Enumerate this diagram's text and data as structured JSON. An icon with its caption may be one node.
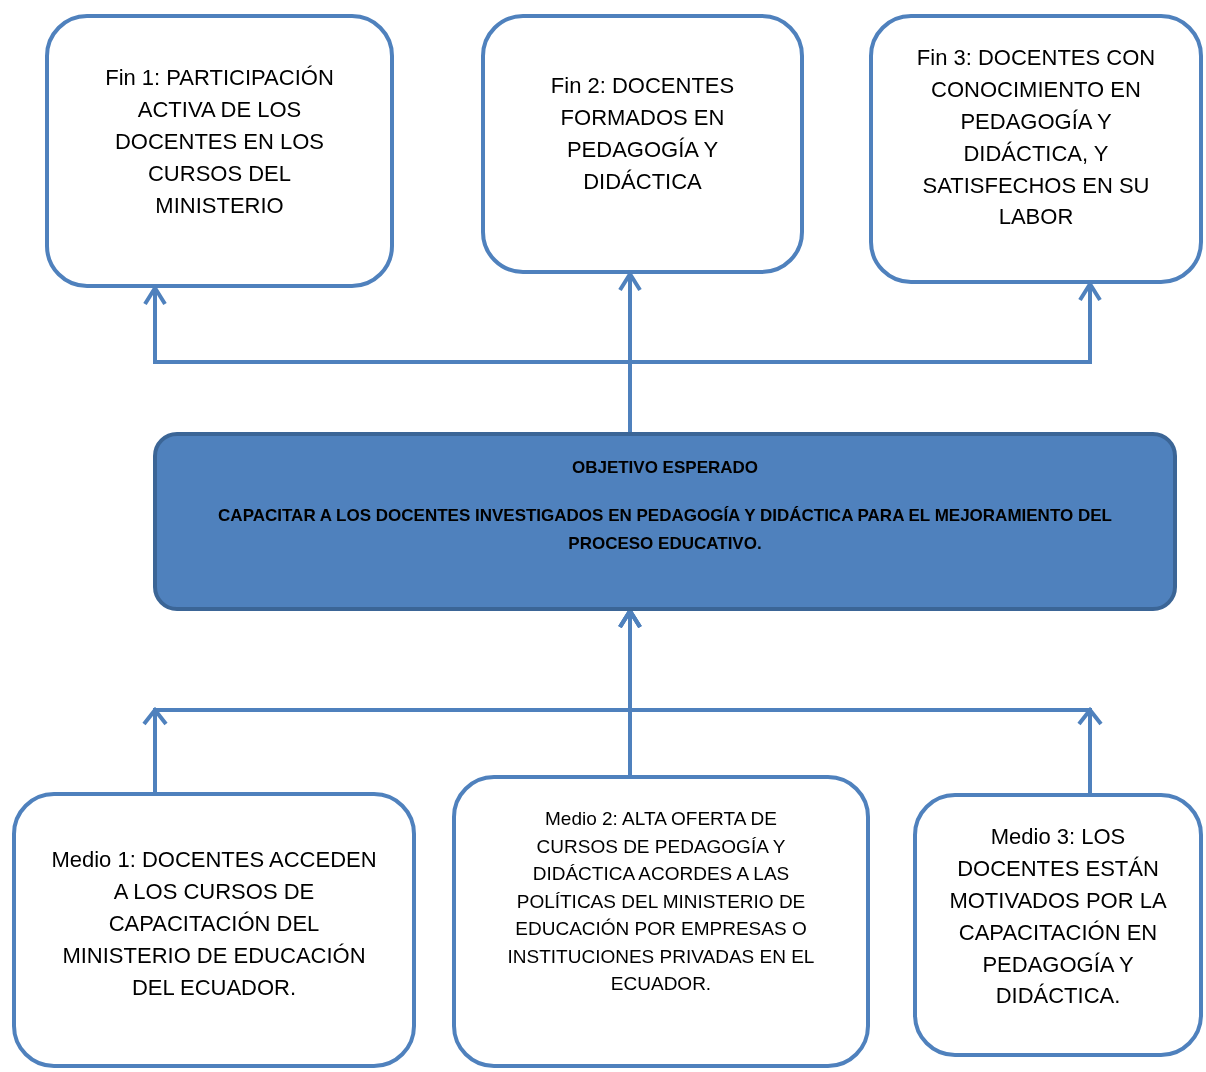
{
  "diagram": {
    "nodes": [
      {
        "text": [
          "Fin 1: PARTICIPACIÓN ACTIVA DE LOS DOCENTES EN LOS CURSOS DEL MINISTERIO"
        ]
      },
      {
        "text": [
          "Fin 2: DOCENTES FORMADOS EN PEDAGOGÍA Y DIDÁCTICA"
        ]
      },
      {
        "text": [
          "Fin 3: DOCENTES CON CONOCIMIENTO EN PEDAGOGÍA Y DIDÁCTICA,  Y SATISFECHOS EN SU LABOR"
        ]
      },
      {
        "text": [
          "OBJETIVO ESPERADO",
          "CAPACITAR  A LOS DOCENTES INVESTIGADOS  EN PEDAGOGÍA Y DIDÁCTICA PARA EL MEJORAMIENTO DEL PROCESO EDUCATIVO."
        ]
      },
      {
        "text": [
          "Medio 1: DOCENTES ACCEDEN A LOS CURSOS DE CAPACITACIÓN DEL MINISTERIO DE EDUCACIÓN DEL ECUADOR."
        ]
      },
      {
        "text": [
          "Medio 2: ALTA OFERTA DE CURSOS DE PEDAGOGÍA Y DIDÁCTICA ACORDES A LAS POLÍTICAS DEL MINISTERIO DE EDUCACIÓN POR EMPRESAS O INSTITUCIONES PRIVADAS EN EL ECUADOR."
        ]
      },
      {
        "text": [
          "Medio 3: LOS DOCENTES ESTÁN MOTIVADOS POR LA CAPACITACIÓN EN PEDAGOGÍA Y DIDÁCTICA."
        ]
      }
    ],
    "edges": [
      {
        "from": 3,
        "to": 0,
        "arrow": "to"
      },
      {
        "from": 3,
        "to": 1,
        "arrow": "to"
      },
      {
        "from": 3,
        "to": 2,
        "arrow": "to"
      },
      {
        "from": 4,
        "to": 3,
        "arrow": "to"
      },
      {
        "from": 5,
        "to": 3,
        "arrow": "to"
      },
      {
        "from": 6,
        "to": 3,
        "arrow": "to"
      }
    ]
  }
}
